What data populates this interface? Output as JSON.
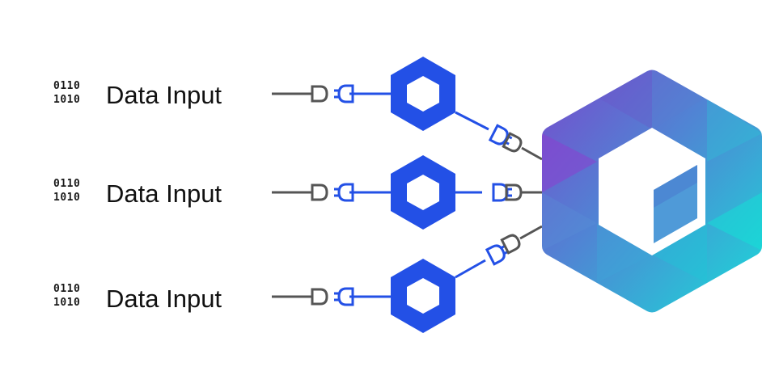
{
  "colors": {
    "connector_blue": "#2350e6",
    "connector_grey": "#555555",
    "label_text": "#111111",
    "hub_purple": "#7a46cc",
    "hub_teal": "#16d6d8"
  },
  "rows": [
    {
      "label": "Data Input",
      "bits_top": "0110",
      "bits_bottom": "1010"
    },
    {
      "label": "Data Input",
      "bits_top": "0110",
      "bits_bottom": "1010"
    },
    {
      "label": "Data Input",
      "bits_top": "0110",
      "bits_bottom": "1010"
    }
  ],
  "icons": {
    "binary": "binary-data-icon",
    "node": "hexagon-node-icon",
    "plug": "plug-connector-icon",
    "hub": "hexagon-hub-logo"
  }
}
